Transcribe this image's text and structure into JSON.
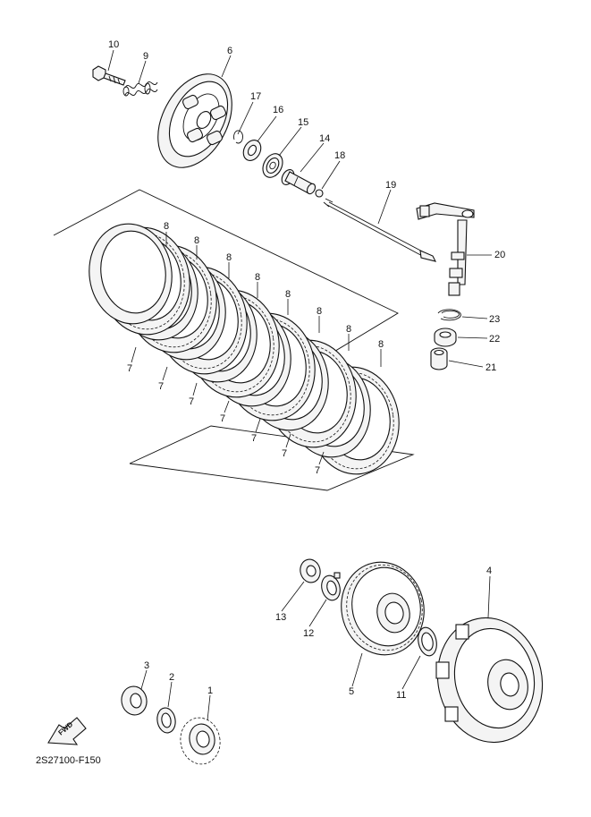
{
  "diagram_code": "2S27100-F150",
  "fwd_label": "FWD",
  "callouts": {
    "c1": "1",
    "c2": "2",
    "c3": "3",
    "c4": "4",
    "c5": "5",
    "c6": "6",
    "c9": "9",
    "c10": "10",
    "c11": "11",
    "c12": "12",
    "c13": "13",
    "c14": "14",
    "c15": "15",
    "c16": "16",
    "c17": "17",
    "c18": "18",
    "c19": "19",
    "c20": "20",
    "c21": "21",
    "c22": "22",
    "c23": "23",
    "friction_plate": "8",
    "clutch_plate": "7"
  },
  "plates": {
    "friction_count": 8,
    "clutch_count": 7
  }
}
